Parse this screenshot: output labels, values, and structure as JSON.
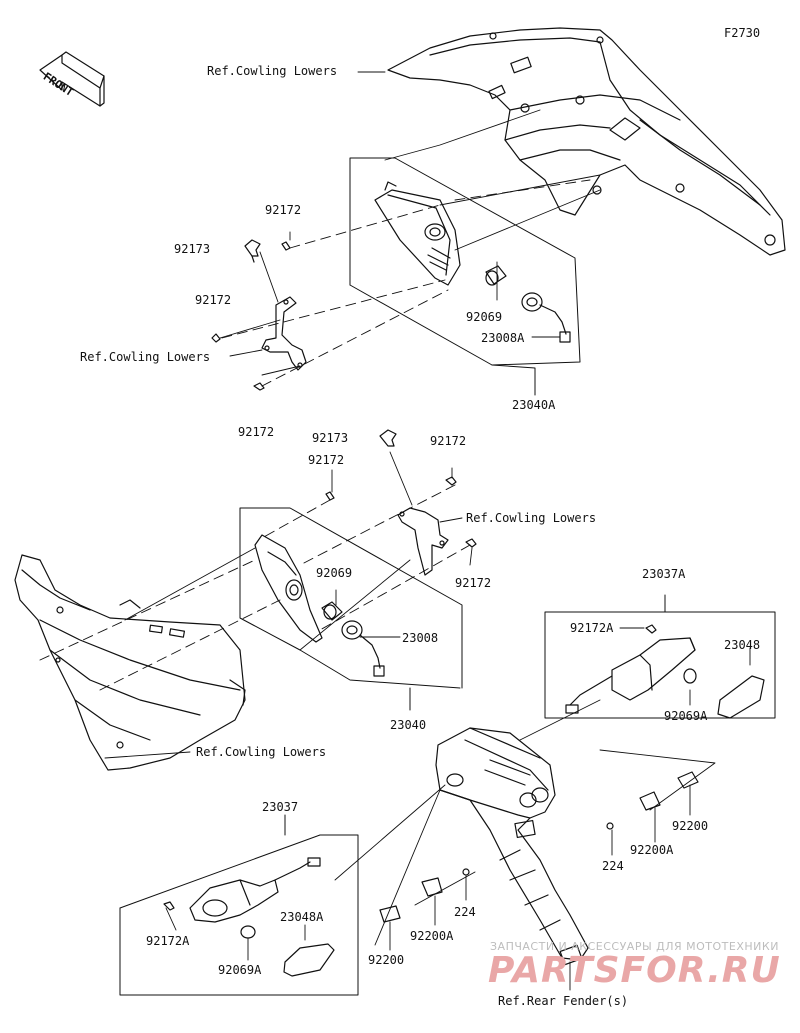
{
  "diagram_code": "F2730",
  "front_label": "FRONT",
  "labels": {
    "ref_cowling_top": "Ref.Cowling Lowers",
    "p92172_a": "92172",
    "p92173_a": "92173",
    "p92172_b": "92172",
    "ref_cowling_left": "Ref.Cowling Lowers",
    "p92172_c": "92172",
    "p92069_a": "92069",
    "p23008A": "23008A",
    "p23040A": "23040A",
    "p92173_b": "92173",
    "p92172_d": "92172",
    "p92172_e": "92172",
    "ref_cowling_mid": "Ref.Cowling Lowers",
    "p92069_b": "92069",
    "p92172_f": "92172",
    "p23008": "23008",
    "p23040": "23040",
    "ref_cowling_bottom": "Ref.Cowling Lowers",
    "p23037A": "23037A",
    "p92172A_a": "92172A",
    "p23048": "23048",
    "p92069A_a": "92069A",
    "p23037": "23037",
    "p92200_a": "92200",
    "p92200A_a": "92200A",
    "p224_a": "224",
    "p224_b": "224",
    "p92200A_b": "92200A",
    "p92200_b": "92200",
    "p92172A_b": "92172A",
    "p23048A": "23048A",
    "p92069A_b": "92069A",
    "ref_rear_fender": "Ref.Rear Fender(s)"
  },
  "watermark": {
    "top": "ЗАПЧАСТИ И АКСЕССУАРЫ ДЛЯ МОТОТЕХНИКИ",
    "main": "PARTSFOR.RU"
  }
}
